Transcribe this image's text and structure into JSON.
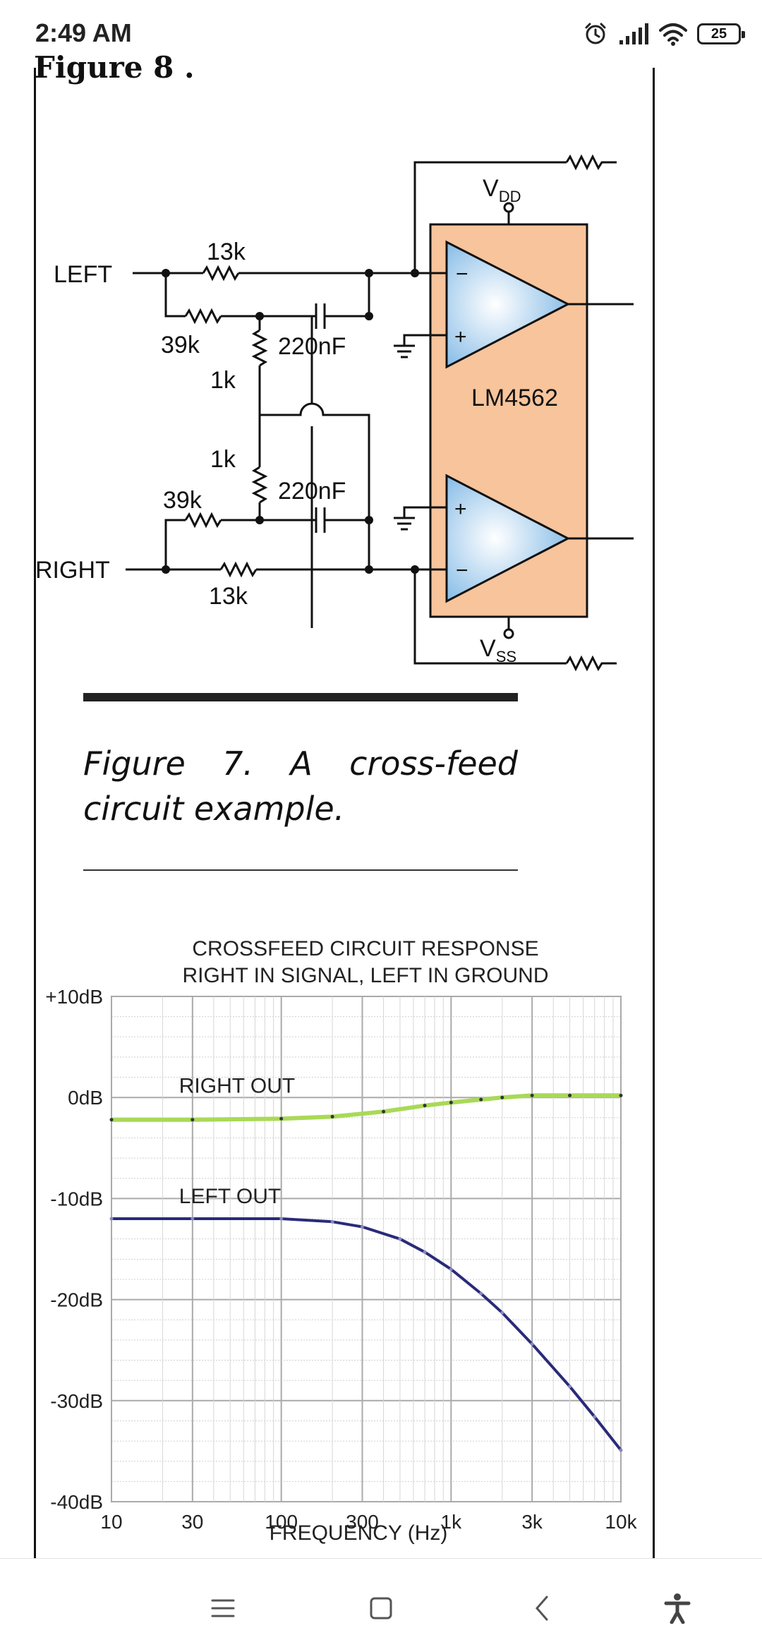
{
  "status_bar": {
    "time": "2:49 AM",
    "battery_level": "25",
    "icons": [
      "alarm-icon",
      "signal-icon",
      "wifi-icon",
      "battery-icon"
    ]
  },
  "article": {
    "cut_heading": "Figure 8 .",
    "figure7": {
      "labels": {
        "left": "LEFT",
        "right": "RIGHT",
        "r13k_top": "13k",
        "r13k_bottom": "13k",
        "r39k_top": "39k",
        "r39k_bottom": "39k",
        "r1k_top": "1k",
        "r1k_bottom": "1k",
        "c220_top": "220nF",
        "c220_bottom": "220nF",
        "ic_name": "LM4562",
        "vdd_main": "V",
        "vdd_sub": "DD",
        "vss_main": "V",
        "vss_sub": "SS",
        "minus": "−",
        "plus": "+"
      },
      "colors": {
        "ic_body": "#f7c49c",
        "opamp": "#9fcbf0"
      },
      "caption": "Figure 7. A cross-feed circuit example."
    },
    "figure8_chart": {
      "title_line1": "CROSSFEED CIRCUIT RESPONSE",
      "title_line2": "RIGHT IN SIGNAL, LEFT IN GROUND",
      "xlabel": "FREQUENCY (Hz)"
    }
  },
  "chart_data": {
    "type": "line",
    "title": "CROSSFEED CIRCUIT RESPONSE RIGHT IN SIGNAL, LEFT IN GROUND",
    "xlabel": "FREQUENCY (Hz)",
    "ylabel": "",
    "x_scale": "log",
    "xlim": [
      10,
      10000
    ],
    "ylim": [
      -40,
      10
    ],
    "x_ticks": [
      {
        "value": 10,
        "label": "10"
      },
      {
        "value": 30,
        "label": "30"
      },
      {
        "value": 100,
        "label": "100"
      },
      {
        "value": 300,
        "label": "300"
      },
      {
        "value": 1000,
        "label": "1k"
      },
      {
        "value": 3000,
        "label": "3k"
      },
      {
        "value": 10000,
        "label": "10k"
      }
    ],
    "y_ticks": [
      {
        "value": 10,
        "label": "+10dB"
      },
      {
        "value": 0,
        "label": "0dB"
      },
      {
        "value": -10,
        "label": "-10dB"
      },
      {
        "value": -20,
        "label": "-20dB"
      },
      {
        "value": -30,
        "label": "-30dB"
      },
      {
        "value": -40,
        "label": "-40dB"
      }
    ],
    "grid": true,
    "series": [
      {
        "name": "RIGHT OUT",
        "color": "#a9d957",
        "x": [
          10,
          30,
          100,
          200,
          400,
          700,
          1000,
          1500,
          2000,
          3000,
          5000,
          10000
        ],
        "y": [
          -2.2,
          -2.2,
          -2.1,
          -1.9,
          -1.4,
          -0.8,
          -0.5,
          -0.2,
          0,
          0.2,
          0.2,
          0.2
        ]
      },
      {
        "name": "LEFT OUT",
        "color": "#2a2a7a",
        "x": [
          10,
          30,
          100,
          200,
          300,
          500,
          700,
          1000,
          1500,
          2000,
          3000,
          5000,
          7000,
          10000
        ],
        "y": [
          -12,
          -12,
          -12,
          -12.3,
          -12.8,
          -14,
          -15.3,
          -17,
          -19.4,
          -21.3,
          -24.4,
          -28.6,
          -31.6,
          -34.9
        ]
      }
    ]
  },
  "nav_bar": {
    "buttons": [
      "menu-icon",
      "home-icon",
      "back-icon",
      "accessibility-icon"
    ]
  }
}
